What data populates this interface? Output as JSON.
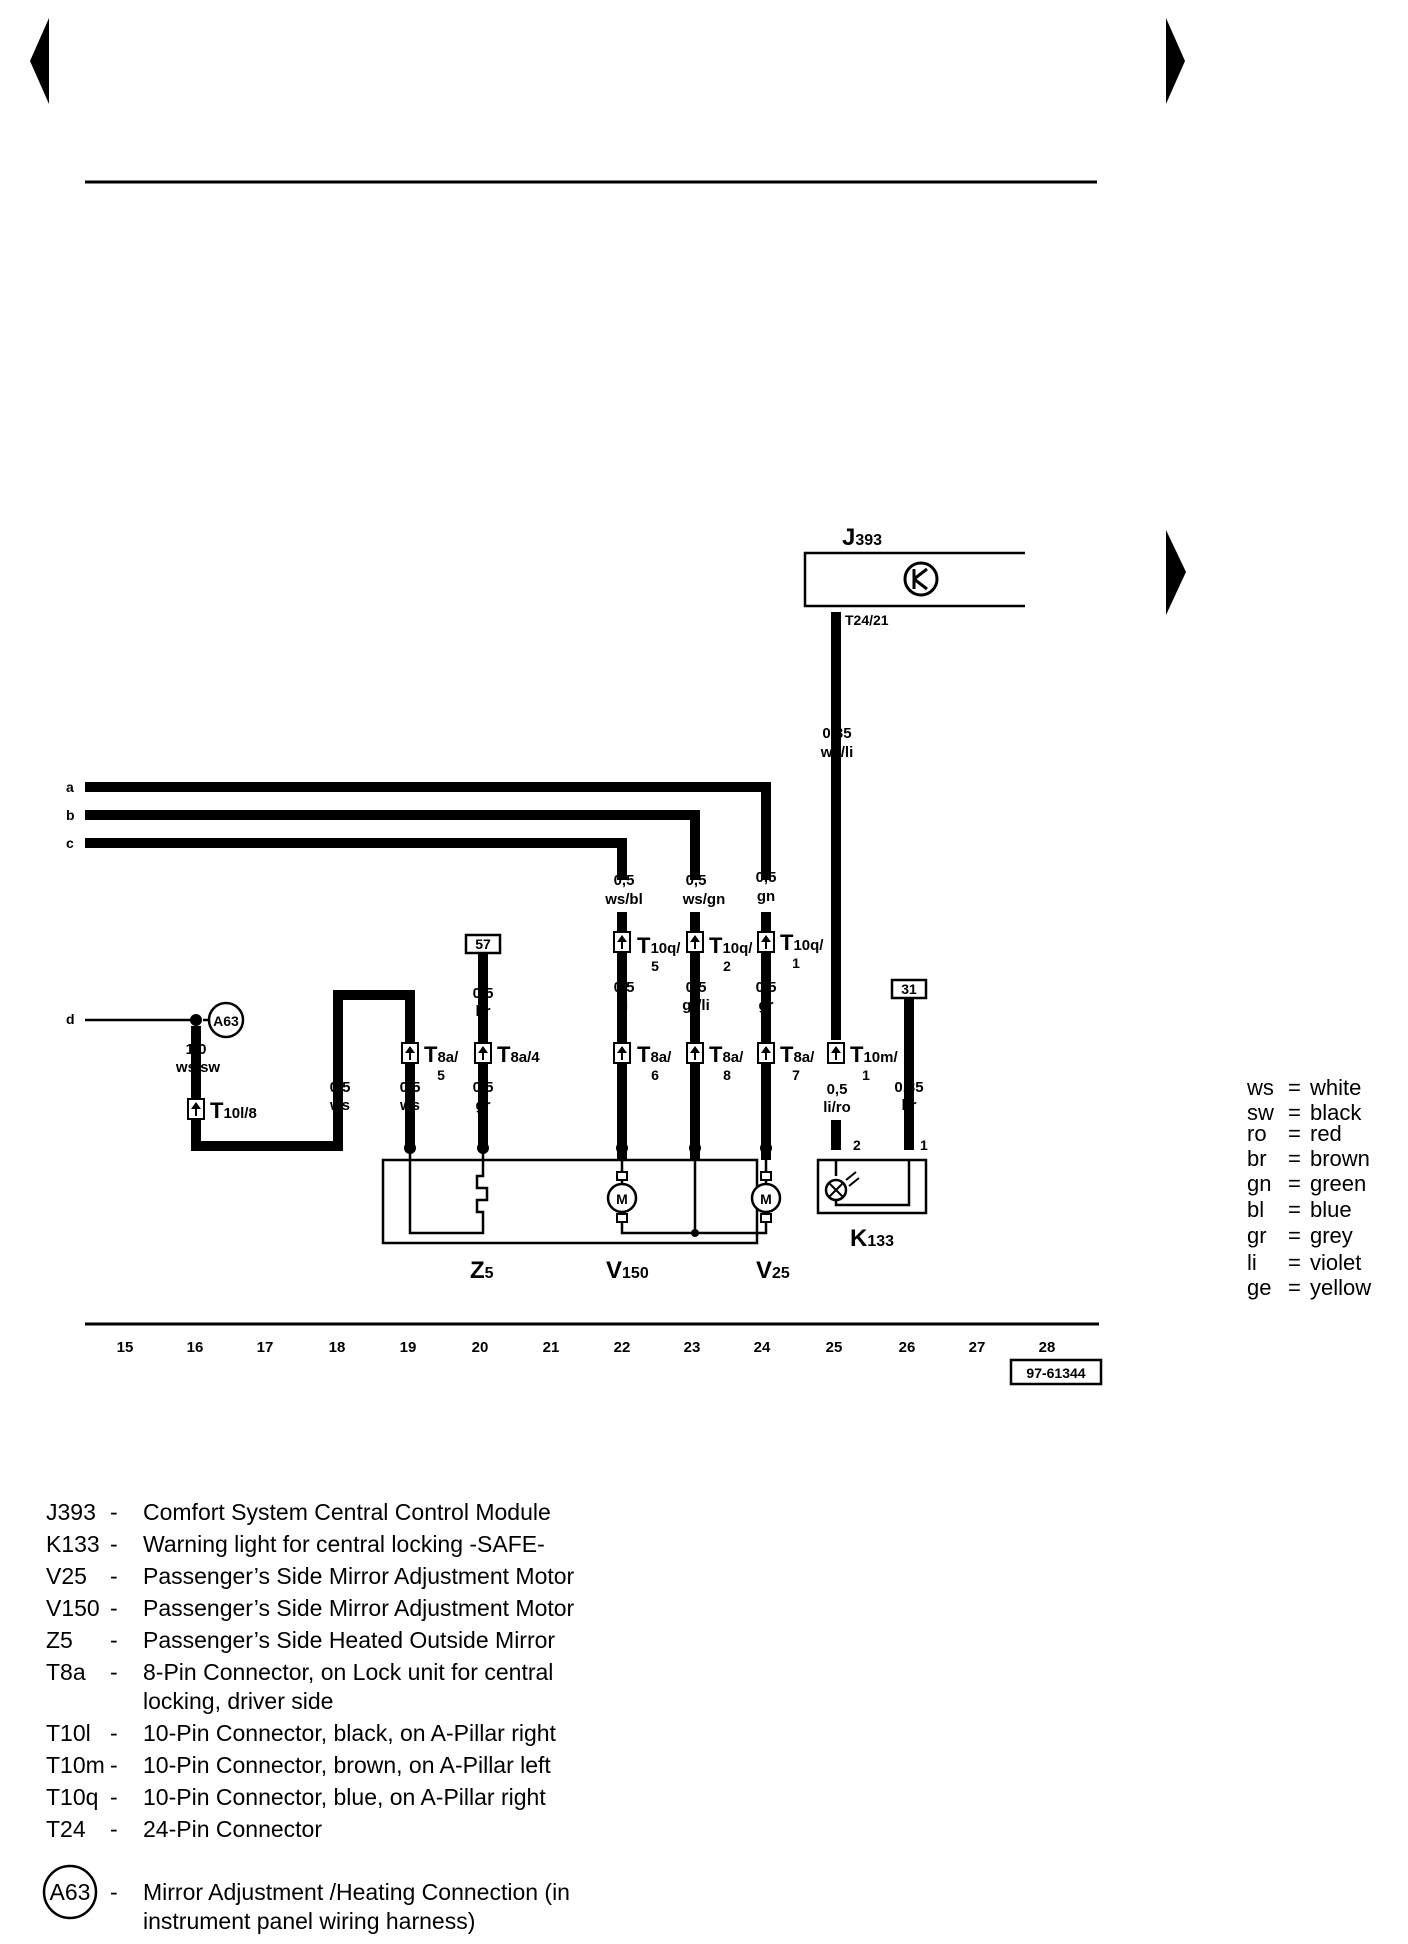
{
  "components": {
    "J393": {
      "prefix": "J",
      "sub": "393",
      "pin": "T24/21"
    },
    "K133": {
      "prefix": "K",
      "sub": "133",
      "pins": [
        "2",
        "1"
      ]
    },
    "Z5": {
      "prefix": "Z",
      "sub": "5"
    },
    "V150": {
      "prefix": "V",
      "sub": "150"
    },
    "V25": {
      "prefix": "V",
      "sub": "25"
    }
  },
  "bus_labels": [
    "a",
    "b",
    "c",
    "d"
  ],
  "ground_refs": {
    "ref57": "57",
    "ref31": "31",
    "a63": "A63"
  },
  "wires": {
    "ws_li": {
      "size": "0,35",
      "color": "ws/li"
    },
    "ws_bl": {
      "size": "0,5",
      "color": "ws/bl"
    },
    "ws_gn": {
      "size": "0,5",
      "color": "ws/gn"
    },
    "gn": {
      "size": "0,5",
      "color": "gn"
    },
    "li": {
      "size": "0,5",
      "color": "li"
    },
    "gr_li": {
      "size": "0,5",
      "color": "gr/li"
    },
    "gr_top": {
      "size": "0,5",
      "color": "gr"
    },
    "br57": {
      "size": "0,5",
      "color": "br"
    },
    "ws_sw": {
      "size": "1,0",
      "color": "ws/sw"
    },
    "ws18": {
      "size": "0,5",
      "color": "ws"
    },
    "ws19": {
      "size": "0,5",
      "color": "ws"
    },
    "gr20": {
      "size": "0,5",
      "color": "gr"
    },
    "li_ro": {
      "size": "0,5",
      "color": "li/ro"
    },
    "br31": {
      "size": "0,35",
      "color": "br"
    }
  },
  "connectors": {
    "t10q5": {
      "main": "T",
      "sub": "10q/",
      "pin": "5"
    },
    "t10q2": {
      "main": "T",
      "sub": "10q/",
      "pin": "2"
    },
    "t10q1": {
      "main": "T",
      "sub": "10q/",
      "pin": "1"
    },
    "t8a5": {
      "main": "T",
      "sub": "8a/",
      "pin": "5"
    },
    "t8a4": {
      "main": "T",
      "sub": "8a/4",
      "pin": ""
    },
    "t8a6": {
      "main": "T",
      "sub": "8a/",
      "pin": "6"
    },
    "t8a8": {
      "main": "T",
      "sub": "8a/",
      "pin": "8"
    },
    "t8a7": {
      "main": "T",
      "sub": "8a/",
      "pin": "7"
    },
    "t10m1": {
      "main": "T",
      "sub": "10m/",
      "pin": "1"
    },
    "t10l8": {
      "main": "T",
      "sub": "10l/8",
      "pin": ""
    }
  },
  "current_track_numbers": [
    "15",
    "16",
    "17",
    "18",
    "19",
    "20",
    "21",
    "22",
    "23",
    "24",
    "25",
    "26",
    "27",
    "28"
  ],
  "diagram_id": "97-61344",
  "color_legend": [
    {
      "code": "ws",
      "name": "white"
    },
    {
      "code": "sw",
      "name": "black"
    },
    {
      "code": "ro",
      "name": "red"
    },
    {
      "code": "br",
      "name": "brown"
    },
    {
      "code": "gn",
      "name": "green"
    },
    {
      "code": "bl",
      "name": "blue"
    },
    {
      "code": "gr",
      "name": "grey"
    },
    {
      "code": "li",
      "name": "violet"
    },
    {
      "code": "ge",
      "name": "yellow"
    }
  ],
  "legend": [
    {
      "code": "J393",
      "desc": "Comfort System Central Control Module",
      "desc2": ""
    },
    {
      "code": "K133",
      "desc": "Warning light for central locking -SAFE-",
      "desc2": ""
    },
    {
      "code": "V25",
      "desc": "Passenger’s Side Mirror Adjustment Motor",
      "desc2": ""
    },
    {
      "code": "V150",
      "desc": "Passenger’s Side Mirror Adjustment Motor",
      "desc2": ""
    },
    {
      "code": "Z5",
      "desc": "Passenger’s Side Heated Outside Mirror",
      "desc2": ""
    },
    {
      "code": "T8a",
      "desc": "8-Pin Connector, on Lock unit for central",
      "desc2": "locking, driver side"
    },
    {
      "code": "T10l",
      "desc": "10-Pin Connector, black, on A-Pillar right",
      "desc2": ""
    },
    {
      "code": "T10m",
      "desc": "10-Pin Connector, brown, on A-Pillar left",
      "desc2": ""
    },
    {
      "code": "T10q",
      "desc": "10-Pin Connector, blue, on A-Pillar right",
      "desc2": ""
    },
    {
      "code": "T24",
      "desc": "24-Pin Connector",
      "desc2": ""
    }
  ],
  "a63_legend": {
    "code": "A63",
    "desc": "Mirror Adjustment /Heating Connection (in",
    "desc2": "instrument panel wiring harness)"
  }
}
